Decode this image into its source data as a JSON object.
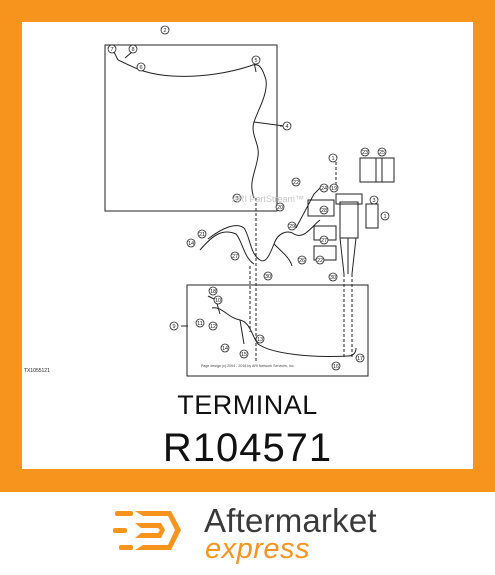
{
  "part": {
    "name": "TERMINAL",
    "number": "R104571"
  },
  "diagram": {
    "figure_code": "TX1055121",
    "watermark": "ARI PartStream™",
    "copyright": "Page design (c) 2004 - 2018 by ARI Network Services, Inc.",
    "callouts": [
      "1",
      "2",
      "3",
      "4",
      "5",
      "6",
      "7",
      "8",
      "9",
      "10",
      "11",
      "12",
      "13",
      "14",
      "15",
      "16",
      "17",
      "18",
      "19",
      "20",
      "21",
      "22",
      "23",
      "24",
      "25",
      "26",
      "27",
      "28",
      "29",
      "30"
    ]
  },
  "brand": {
    "line1": "Aftermarket",
    "line2": "express",
    "accent": "#f7941d",
    "text_color": "#3a3a3a"
  },
  "colors": {
    "frame": "#f7941d",
    "background": "#ffffff",
    "line": "#222222"
  }
}
